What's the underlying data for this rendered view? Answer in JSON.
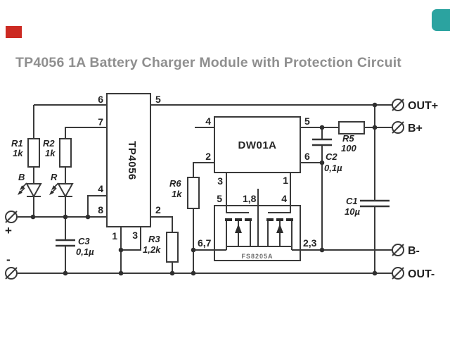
{
  "title": "TP4056 1A Battery Charger Module with Protection Circuit",
  "colors": {
    "line": "#3a3a3a",
    "title": "#8f8f8f",
    "red_mark": "#cc2a22",
    "teal_mark": "#2ba3a0"
  },
  "ics": {
    "tp4056": {
      "name": "TP4056",
      "pins": {
        "p6": "6",
        "p5": "5",
        "p7": "7",
        "p4": "4",
        "p8": "8",
        "p2": "2",
        "p1": "1",
        "p3": "3"
      }
    },
    "dw01a": {
      "name": "DW01A",
      "pins": {
        "p4": "4",
        "p2": "2",
        "p5": "5",
        "p6": "6",
        "p3": "3",
        "p1": "1"
      }
    },
    "fs8205a": {
      "name": "FS8205A",
      "pins": {
        "p5": "5",
        "p18": "1,8",
        "p4": "4",
        "p67": "6,7",
        "p23": "2,3"
      }
    }
  },
  "components": {
    "r1": {
      "ref": "R1",
      "value": "1k"
    },
    "r2": {
      "ref": "R2",
      "value": "1k"
    },
    "r3": {
      "ref": "R3",
      "value": "1,2k"
    },
    "r5": {
      "ref": "R5",
      "value": "100"
    },
    "r6": {
      "ref": "R6",
      "value": "1k"
    },
    "c1": {
      "ref": "C1",
      "value": "10µ"
    },
    "c2": {
      "ref": "C2",
      "value": "0,1µ"
    },
    "c3": {
      "ref": "C3",
      "value": "0,1µ"
    }
  },
  "leds": {
    "blue": {
      "label": "B"
    },
    "red": {
      "label": "R"
    }
  },
  "terminals": {
    "out_plus": "OUT+",
    "b_plus": "B+",
    "b_minus": "B-",
    "out_minus": "OUT-",
    "in_plus": "+",
    "in_minus": "-"
  }
}
